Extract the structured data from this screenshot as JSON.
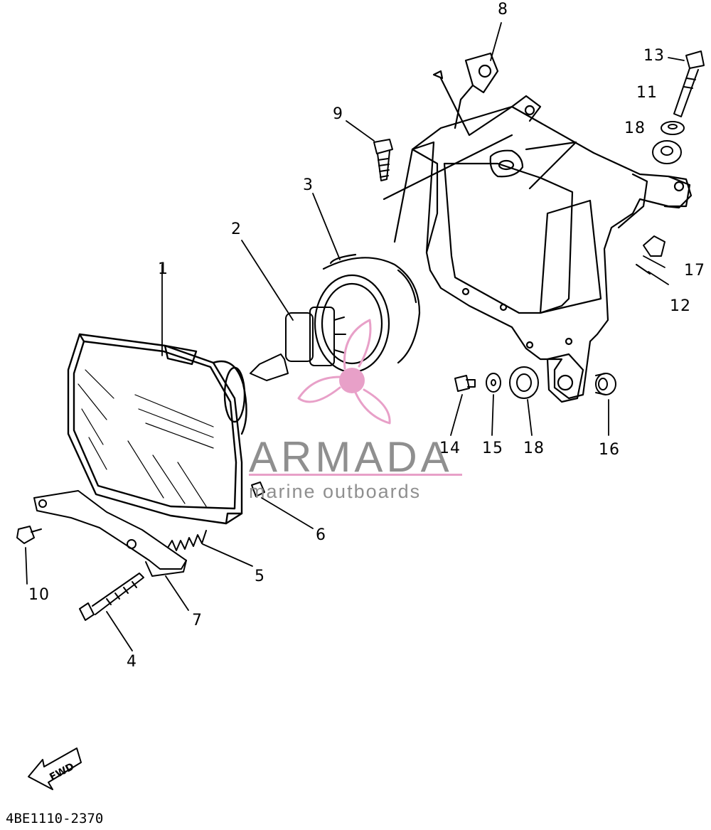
{
  "drawing_code": "4BE1110-2370",
  "fwd_label": "FWD",
  "watermark": {
    "title": "ARMADA",
    "subtitle": "marine outboards",
    "accent_color": "#e8a0c8",
    "text_color": "#8f8f8f"
  },
  "callouts": {
    "p1": "1",
    "p2": "2",
    "p3": "3",
    "p4": "4",
    "p5": "5",
    "p6": "6",
    "p7": "7",
    "p8": "8",
    "p9": "9",
    "p10": "10",
    "p11": "11",
    "p12": "12",
    "p13": "13",
    "p14": "14",
    "p15": "15",
    "p16": "16",
    "p17": "17",
    "p18a": "18",
    "p18b": "18"
  }
}
